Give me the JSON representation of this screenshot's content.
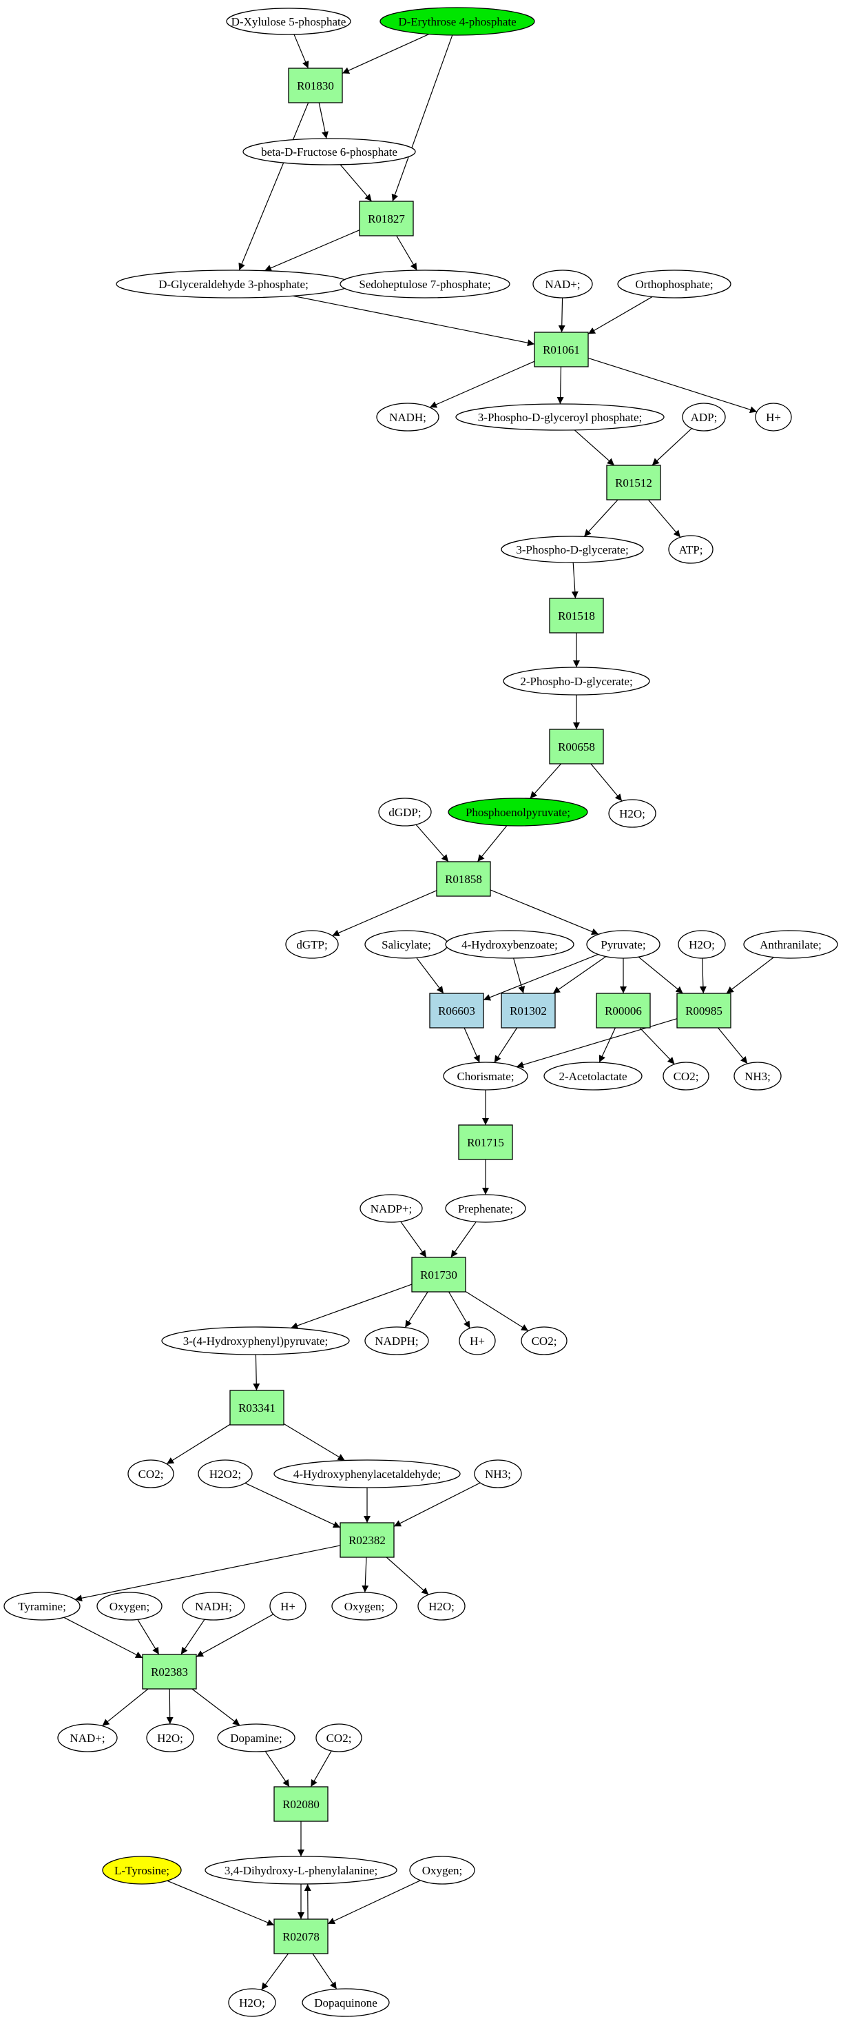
{
  "colors": {
    "reaction": "#98fb98",
    "reaction_alt": "#add8e6",
    "compound": "#ffffff",
    "start": "#00e600",
    "target": "#ffff00"
  },
  "nodes": [
    {
      "id": "c_xylulose",
      "shape": "ellipse",
      "label": "D-Xylulose 5-phosphate",
      "fill": "compound"
    },
    {
      "id": "c_erythrose",
      "shape": "ellipse",
      "label": "D-Erythrose 4-phosphate",
      "fill": "start"
    },
    {
      "id": "r01830",
      "shape": "rect",
      "label": "R01830",
      "fill": "reaction"
    },
    {
      "id": "c_fructose",
      "shape": "ellipse",
      "label": "beta-D-Fructose 6-phosphate",
      "fill": "compound"
    },
    {
      "id": "r01827",
      "shape": "rect",
      "label": "R01827",
      "fill": "reaction"
    },
    {
      "id": "c_g3p",
      "shape": "ellipse",
      "label": "D-Glyceraldehyde 3-phosphate;",
      "fill": "compound"
    },
    {
      "id": "c_sedo",
      "shape": "ellipse",
      "label": "Sedoheptulose 7-phosphate;",
      "fill": "compound"
    },
    {
      "id": "c_nadplus1",
      "shape": "ellipse",
      "label": "NAD+;",
      "fill": "compound"
    },
    {
      "id": "c_ortho",
      "shape": "ellipse",
      "label": "Orthophosphate;",
      "fill": "compound"
    },
    {
      "id": "r01061",
      "shape": "rect",
      "label": "R01061",
      "fill": "reaction"
    },
    {
      "id": "c_nadh1",
      "shape": "ellipse",
      "label": "NADH;",
      "fill": "compound"
    },
    {
      "id": "c_3pgp",
      "shape": "ellipse",
      "label": "3-Phospho-D-glyceroyl phosphate;",
      "fill": "compound"
    },
    {
      "id": "c_adp",
      "shape": "ellipse",
      "label": "ADP;",
      "fill": "compound"
    },
    {
      "id": "c_hplus1",
      "shape": "ellipse",
      "label": "H+",
      "fill": "compound"
    },
    {
      "id": "r01512",
      "shape": "rect",
      "label": "R01512",
      "fill": "reaction"
    },
    {
      "id": "c_3pg",
      "shape": "ellipse",
      "label": "3-Phospho-D-glycerate;",
      "fill": "compound"
    },
    {
      "id": "c_atp",
      "shape": "ellipse",
      "label": "ATP;",
      "fill": "compound"
    },
    {
      "id": "r01518",
      "shape": "rect",
      "label": "R01518",
      "fill": "reaction"
    },
    {
      "id": "c_2pg",
      "shape": "ellipse",
      "label": "2-Phospho-D-glycerate;",
      "fill": "compound"
    },
    {
      "id": "r00658",
      "shape": "rect",
      "label": "R00658",
      "fill": "reaction"
    },
    {
      "id": "c_dgdp",
      "shape": "ellipse",
      "label": "dGDP;",
      "fill": "compound"
    },
    {
      "id": "c_pep",
      "shape": "ellipse",
      "label": "Phosphoenolpyruvate;",
      "fill": "start"
    },
    {
      "id": "c_h2o1",
      "shape": "ellipse",
      "label": "H2O;",
      "fill": "compound"
    },
    {
      "id": "r01858",
      "shape": "rect",
      "label": "R01858",
      "fill": "reaction"
    },
    {
      "id": "c_dgtp",
      "shape": "ellipse",
      "label": "dGTP;",
      "fill": "compound"
    },
    {
      "id": "c_salicylate",
      "shape": "ellipse",
      "label": "Salicylate;",
      "fill": "compound"
    },
    {
      "id": "c_4hb",
      "shape": "ellipse",
      "label": "4-Hydroxybenzoate;",
      "fill": "compound"
    },
    {
      "id": "c_pyruvate",
      "shape": "ellipse",
      "label": "Pyruvate;",
      "fill": "compound"
    },
    {
      "id": "c_h2o2",
      "shape": "ellipse",
      "label": "H2O;",
      "fill": "compound"
    },
    {
      "id": "c_anthranilate",
      "shape": "ellipse",
      "label": "Anthranilate;",
      "fill": "compound"
    },
    {
      "id": "r06603",
      "shape": "rect",
      "label": "R06603",
      "fill": "reaction_alt"
    },
    {
      "id": "r01302",
      "shape": "rect",
      "label": "R01302",
      "fill": "reaction_alt"
    },
    {
      "id": "r00006",
      "shape": "rect",
      "label": "R00006",
      "fill": "reaction"
    },
    {
      "id": "r00985",
      "shape": "rect",
      "label": "R00985",
      "fill": "reaction"
    },
    {
      "id": "c_chorismate",
      "shape": "ellipse",
      "label": "Chorismate;",
      "fill": "compound"
    },
    {
      "id": "c_acetolactate",
      "shape": "ellipse",
      "label": "2-Acetolactate",
      "fill": "compound"
    },
    {
      "id": "c_co2_1",
      "shape": "ellipse",
      "label": "CO2;",
      "fill": "compound"
    },
    {
      "id": "c_nh3_1",
      "shape": "ellipse",
      "label": "NH3;",
      "fill": "compound"
    },
    {
      "id": "r01715",
      "shape": "rect",
      "label": "R01715",
      "fill": "reaction"
    },
    {
      "id": "c_nadpplus",
      "shape": "ellipse",
      "label": "NADP+;",
      "fill": "compound"
    },
    {
      "id": "c_prephenate",
      "shape": "ellipse",
      "label": "Prephenate;",
      "fill": "compound"
    },
    {
      "id": "r01730",
      "shape": "rect",
      "label": "R01730",
      "fill": "reaction"
    },
    {
      "id": "c_hpp",
      "shape": "ellipse",
      "label": "3-(4-Hydroxyphenyl)pyruvate;",
      "fill": "compound"
    },
    {
      "id": "c_nadph",
      "shape": "ellipse",
      "label": "NADPH;",
      "fill": "compound"
    },
    {
      "id": "c_hplus2",
      "shape": "ellipse",
      "label": "H+",
      "fill": "compound"
    },
    {
      "id": "c_co2_2",
      "shape": "ellipse",
      "label": "CO2;",
      "fill": "compound"
    },
    {
      "id": "r03341",
      "shape": "rect",
      "label": "R03341",
      "fill": "reaction"
    },
    {
      "id": "c_co2_3",
      "shape": "ellipse",
      "label": "CO2;",
      "fill": "compound"
    },
    {
      "id": "c_h2o2b",
      "shape": "ellipse",
      "label": "H2O2;",
      "fill": "compound"
    },
    {
      "id": "c_4hpa",
      "shape": "ellipse",
      "label": "4-Hydroxyphenylacetaldehyde;",
      "fill": "compound"
    },
    {
      "id": "c_nh3_2",
      "shape": "ellipse",
      "label": "NH3;",
      "fill": "compound"
    },
    {
      "id": "r02382",
      "shape": "rect",
      "label": "R02382",
      "fill": "reaction"
    },
    {
      "id": "c_tyramine",
      "shape": "ellipse",
      "label": "Tyramine;",
      "fill": "compound"
    },
    {
      "id": "c_oxygen1",
      "shape": "ellipse",
      "label": "Oxygen;",
      "fill": "compound"
    },
    {
      "id": "c_nadh2",
      "shape": "ellipse",
      "label": "NADH;",
      "fill": "compound"
    },
    {
      "id": "c_hplus3",
      "shape": "ellipse",
      "label": "H+",
      "fill": "compound"
    },
    {
      "id": "c_oxygen2",
      "shape": "ellipse",
      "label": "Oxygen;",
      "fill": "compound"
    },
    {
      "id": "c_h2o3",
      "shape": "ellipse",
      "label": "H2O;",
      "fill": "compound"
    },
    {
      "id": "r02383",
      "shape": "rect",
      "label": "R02383",
      "fill": "reaction"
    },
    {
      "id": "c_nadplus2",
      "shape": "ellipse",
      "label": "NAD+;",
      "fill": "compound"
    },
    {
      "id": "c_h2o4",
      "shape": "ellipse",
      "label": "H2O;",
      "fill": "compound"
    },
    {
      "id": "c_dopamine",
      "shape": "ellipse",
      "label": "Dopamine;",
      "fill": "compound"
    },
    {
      "id": "c_co2_4",
      "shape": "ellipse",
      "label": "CO2;",
      "fill": "compound"
    },
    {
      "id": "r02080",
      "shape": "rect",
      "label": "R02080",
      "fill": "reaction"
    },
    {
      "id": "c_ltyrosine",
      "shape": "ellipse",
      "label": "L-Tyrosine;",
      "fill": "target"
    },
    {
      "id": "c_ldopa",
      "shape": "ellipse",
      "label": "3,4-Dihydroxy-L-phenylalanine;",
      "fill": "compound"
    },
    {
      "id": "c_oxygen3",
      "shape": "ellipse",
      "label": "Oxygen;",
      "fill": "compound"
    },
    {
      "id": "r02078",
      "shape": "rect",
      "label": "R02078",
      "fill": "reaction"
    },
    {
      "id": "c_h2o5",
      "shape": "ellipse",
      "label": "H2O;",
      "fill": "compound"
    },
    {
      "id": "c_dopaquinone",
      "shape": "ellipse",
      "label": "Dopaquinone",
      "fill": "compound"
    }
  ],
  "edges": [
    [
      "c_xylulose",
      "r01830"
    ],
    [
      "c_erythrose",
      "r01830"
    ],
    [
      "c_erythrose",
      "r01827"
    ],
    [
      "r01830",
      "c_fructose"
    ],
    [
      "r01830",
      "c_g3p"
    ],
    [
      "c_fructose",
      "r01827"
    ],
    [
      "r01827",
      "c_g3p"
    ],
    [
      "r01827",
      "c_sedo"
    ],
    [
      "c_g3p",
      "r01061"
    ],
    [
      "c_nadplus1",
      "r01061"
    ],
    [
      "c_ortho",
      "r01061"
    ],
    [
      "r01061",
      "c_nadh1"
    ],
    [
      "r01061",
      "c_3pgp"
    ],
    [
      "r01061",
      "c_hplus1"
    ],
    [
      "c_3pgp",
      "r01512"
    ],
    [
      "c_adp",
      "r01512"
    ],
    [
      "r01512",
      "c_3pg"
    ],
    [
      "r01512",
      "c_atp"
    ],
    [
      "c_3pg",
      "r01518"
    ],
    [
      "r01518",
      "c_2pg"
    ],
    [
      "c_2pg",
      "r00658"
    ],
    [
      "r00658",
      "c_pep"
    ],
    [
      "r00658",
      "c_h2o1"
    ],
    [
      "c_dgdp",
      "r01858"
    ],
    [
      "c_pep",
      "r01858"
    ],
    [
      "r01858",
      "c_dgtp"
    ],
    [
      "r01858",
      "c_pyruvate"
    ],
    [
      "c_salicylate",
      "r06603"
    ],
    [
      "c_pyruvate",
      "r06603"
    ],
    [
      "c_4hb",
      "r01302"
    ],
    [
      "c_pyruvate",
      "r01302"
    ],
    [
      "c_pyruvate",
      "r00006"
    ],
    [
      "c_pyruvate",
      "r00985"
    ],
    [
      "c_h2o2",
      "r00985"
    ],
    [
      "c_anthranilate",
      "r00985"
    ],
    [
      "r06603",
      "c_chorismate"
    ],
    [
      "r01302",
      "c_chorismate"
    ],
    [
      "r00985",
      "c_chorismate"
    ],
    [
      "r00006",
      "c_acetolactate"
    ],
    [
      "r00006",
      "c_co2_1"
    ],
    [
      "r00985",
      "c_nh3_1"
    ],
    [
      "c_chorismate",
      "r01715"
    ],
    [
      "r01715",
      "c_prephenate"
    ],
    [
      "c_nadpplus",
      "r01730"
    ],
    [
      "c_prephenate",
      "r01730"
    ],
    [
      "r01730",
      "c_hpp"
    ],
    [
      "r01730",
      "c_nadph"
    ],
    [
      "r01730",
      "c_hplus2"
    ],
    [
      "r01730",
      "c_co2_2"
    ],
    [
      "c_hpp",
      "r03341"
    ],
    [
      "r03341",
      "c_co2_3"
    ],
    [
      "r03341",
      "c_4hpa"
    ],
    [
      "c_h2o2b",
      "r02382"
    ],
    [
      "c_4hpa",
      "r02382"
    ],
    [
      "c_nh3_2",
      "r02382"
    ],
    [
      "r02382",
      "c_tyramine"
    ],
    [
      "r02382",
      "c_oxygen2"
    ],
    [
      "r02382",
      "c_h2o3"
    ],
    [
      "c_tyramine",
      "r02383"
    ],
    [
      "c_oxygen1",
      "r02383"
    ],
    [
      "c_nadh2",
      "r02383"
    ],
    [
      "c_hplus3",
      "r02383"
    ],
    [
      "r02383",
      "c_nadplus2"
    ],
    [
      "r02383",
      "c_h2o4"
    ],
    [
      "r02383",
      "c_dopamine"
    ],
    [
      "c_dopamine",
      "r02080"
    ],
    [
      "c_co2_4",
      "r02080"
    ],
    [
      "r02080",
      "c_ldopa"
    ],
    [
      "c_ltyrosine",
      "r02078"
    ],
    [
      "c_ldopa",
      "r02078"
    ],
    [
      "r02078",
      "c_ldopa"
    ],
    [
      "c_oxygen3",
      "r02078"
    ],
    [
      "r02078",
      "c_h2o5"
    ],
    [
      "r02078",
      "c_dopaquinone"
    ]
  ]
}
